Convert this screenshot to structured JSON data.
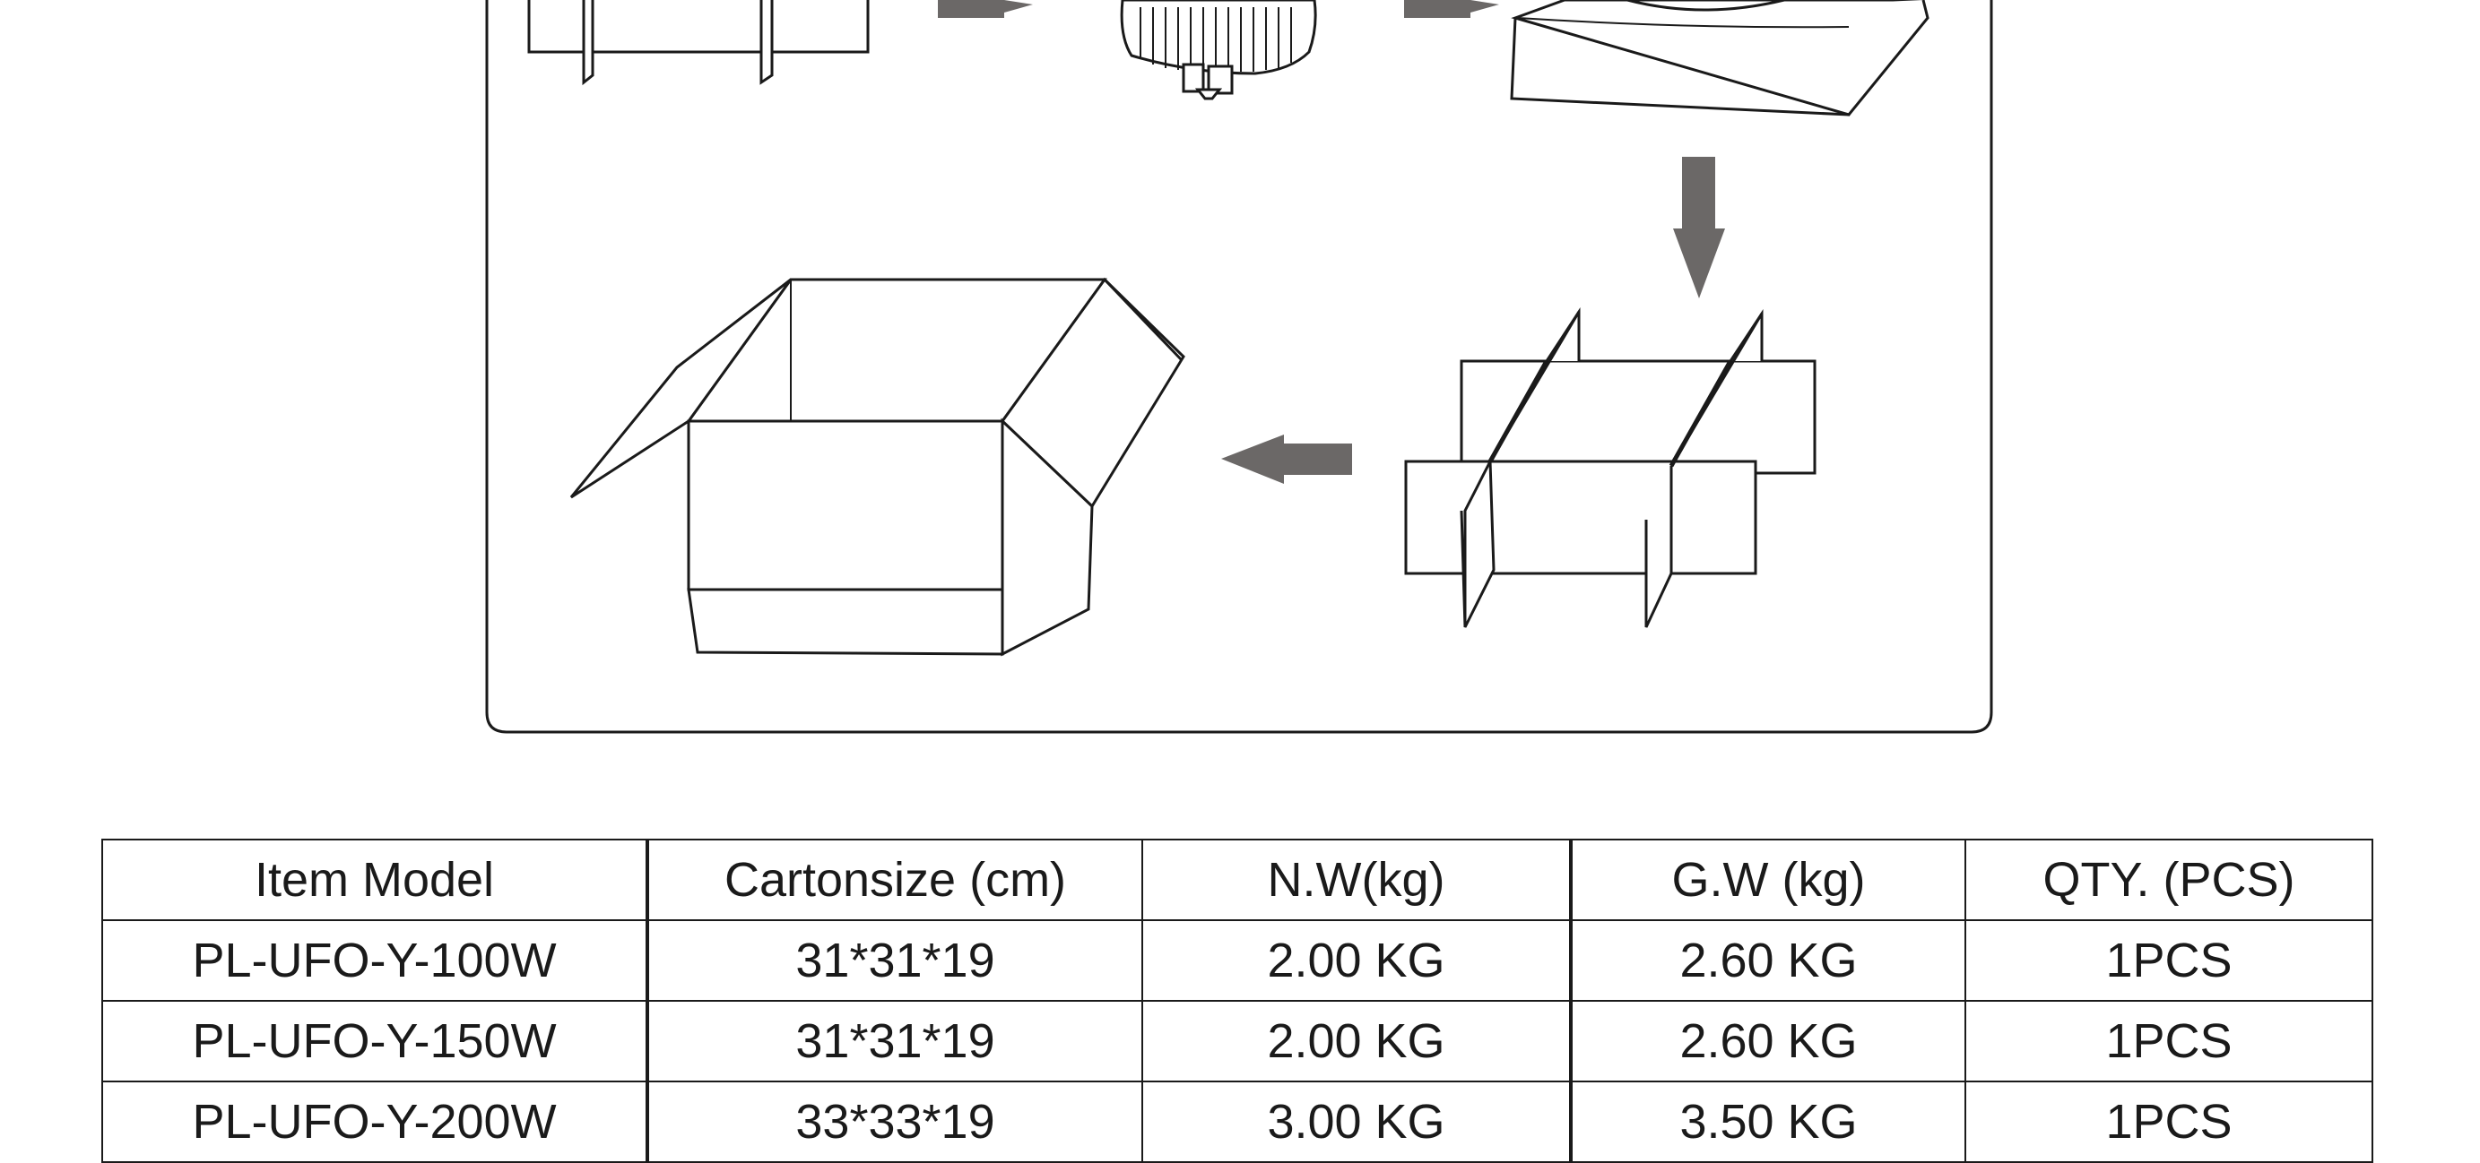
{
  "colors": {
    "line": "#1a1a1a",
    "arrow": "#6b6867",
    "background": "#ffffff"
  },
  "diagram": {
    "icons": [
      "divider-grid-icon",
      "ufo-light-icon",
      "foam-tray-icon",
      "down-arrow-icon",
      "divider-grid-icon",
      "left-arrow-icon",
      "open-carton-icon"
    ]
  },
  "table": {
    "headers": [
      "Item Model",
      "Cartonsize (cm)",
      "N.W(kg)",
      "G.W (kg)",
      "QTY. (PCS)"
    ],
    "rows": [
      [
        "PL-UFO-Y-100W",
        "31*31*19",
        "2.00 KG",
        "2.60 KG",
        "1PCS"
      ],
      [
        "PL-UFO-Y-150W",
        "31*31*19",
        "2.00 KG",
        "2.60 KG",
        "1PCS"
      ],
      [
        "PL-UFO-Y-200W",
        "33*33*19",
        "3.00 KG",
        "3.50 KG",
        "1PCS"
      ]
    ]
  }
}
